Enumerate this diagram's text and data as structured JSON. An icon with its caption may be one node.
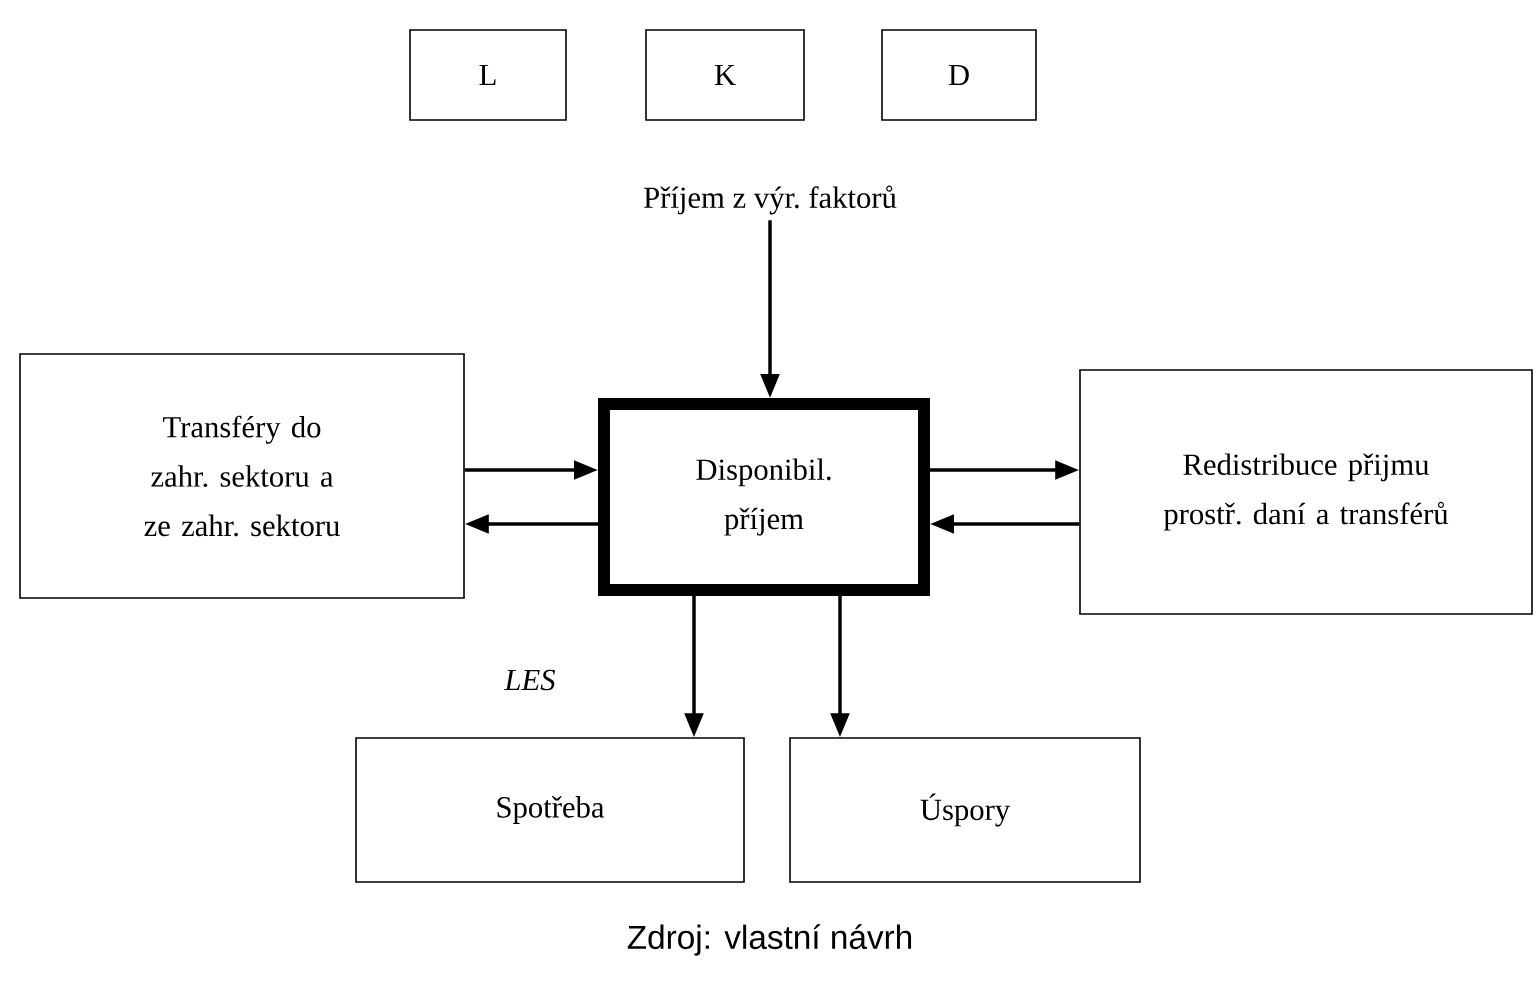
{
  "diagram": {
    "caption": "Zdroj: vlastní návrh",
    "nodes": [
      {
        "text": [
          "L"
        ]
      },
      {
        "text": [
          "K"
        ]
      },
      {
        "text": [
          "D"
        ]
      },
      {
        "text": [
          "Příjem z výr. faktorů"
        ]
      },
      {
        "text": [
          "Transféry do zahr. sektoru a ze zahr. sektoru"
        ]
      },
      {
        "text": [
          "Disponibil. příjem"
        ]
      },
      {
        "text": [
          "Redistribuce přijmu prostř. daní a transférů"
        ]
      },
      {
        "text": [
          "Spotřeba"
        ]
      },
      {
        "text": [
          "Úspory"
        ]
      }
    ],
    "edges": [
      {
        "from": 3,
        "to": 5,
        "arrow": "to"
      },
      {
        "from": 4,
        "to": 5,
        "arrow": "to"
      },
      {
        "from": 5,
        "to": 4,
        "arrow": "to"
      },
      {
        "from": 5,
        "to": 6,
        "arrow": "to"
      },
      {
        "from": 6,
        "to": 5,
        "arrow": "to"
      },
      {
        "from": 5,
        "to": 7,
        "arrow": "to",
        "label": "LES"
      },
      {
        "from": 5,
        "to": 8,
        "arrow": "to"
      }
    ]
  }
}
